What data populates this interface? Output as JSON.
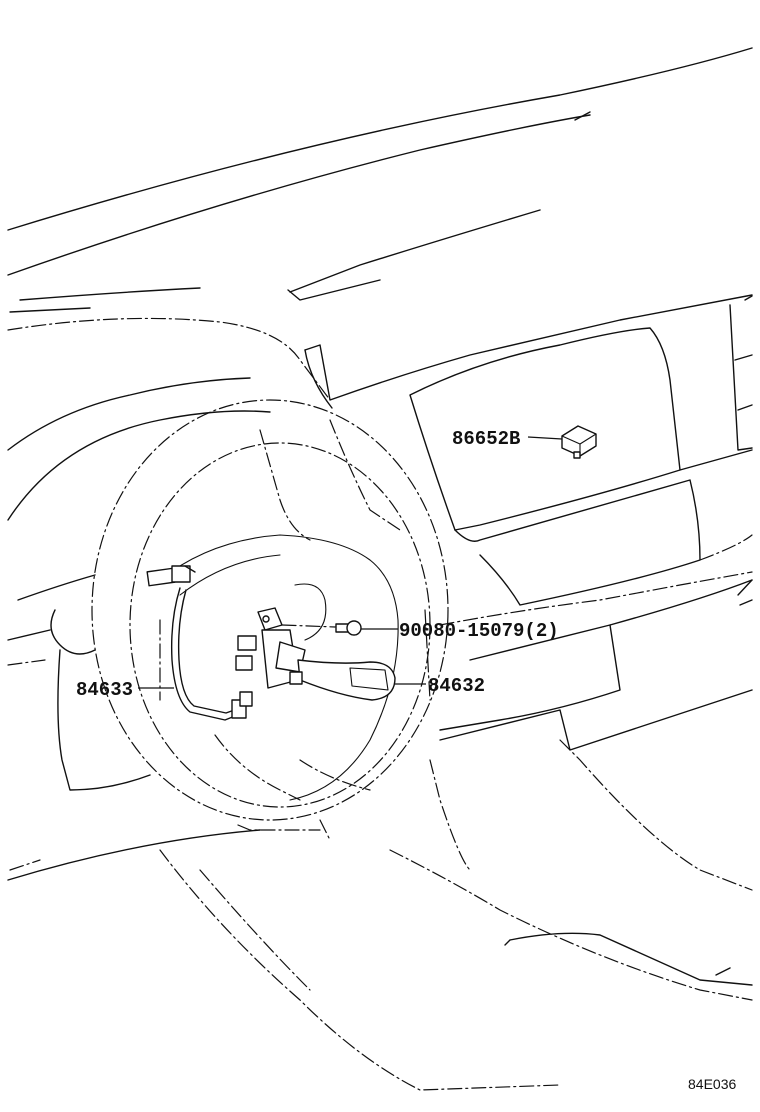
{
  "callouts": {
    "part_86652B": "86652B",
    "part_90080": "90080-15079(2)",
    "part_84632": "84632",
    "part_84633": "84633"
  },
  "figure_code": "84E036"
}
